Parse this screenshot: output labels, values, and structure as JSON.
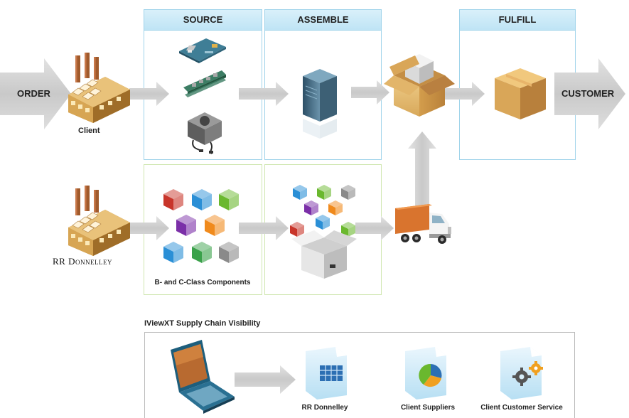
{
  "flow": {
    "order_label": "ORDER",
    "customer_label": "CUSTOMER",
    "client_label": "Client",
    "rrd_label": "RR Donnelley"
  },
  "stages": {
    "source": "SOURCE",
    "assemble": "ASSEMBLE",
    "fulfill": "FULFILL"
  },
  "components_label": "B- and C-Class Components",
  "visibility": {
    "title": "IViewXT Supply Chain Visibility",
    "items": [
      "RR Donnelley",
      "Client Suppliers",
      "Client Customer Service"
    ]
  },
  "colors": {
    "panel_border": "#9fd3ea",
    "panel_header": "#c6e7f6",
    "arrow_gray": "#d0d0d0",
    "box_tan": "#d9a95c",
    "cube_red": "#c8352a",
    "cube_blue": "#2a8fd6",
    "cube_green": "#6ab82e",
    "cube_purple": "#7b2fa8",
    "cube_orange": "#f08a1c",
    "cube_gray": "#8a8a8a"
  }
}
